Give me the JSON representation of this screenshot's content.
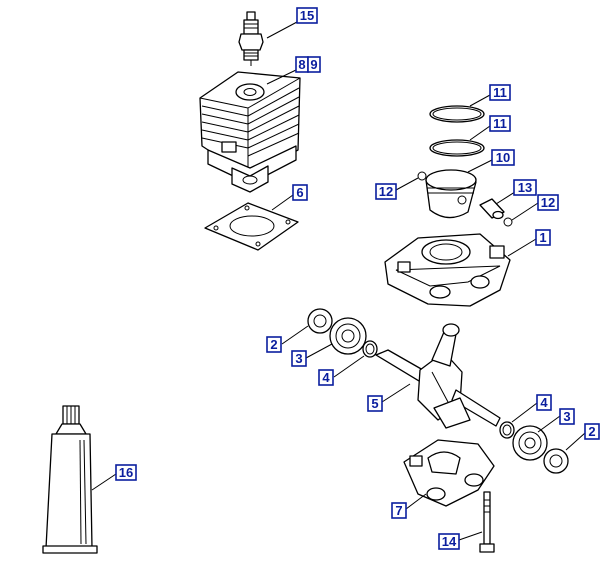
{
  "callouts": [
    {
      "id": "c15",
      "label": "15"
    },
    {
      "id": "c8",
      "label": "8"
    },
    {
      "id": "c9",
      "label": "9"
    },
    {
      "id": "c11a",
      "label": "11"
    },
    {
      "id": "c11b",
      "label": "11"
    },
    {
      "id": "c10",
      "label": "10"
    },
    {
      "id": "c12a",
      "label": "12"
    },
    {
      "id": "c13",
      "label": "13"
    },
    {
      "id": "c12b",
      "label": "12"
    },
    {
      "id": "c6",
      "label": "6"
    },
    {
      "id": "c1",
      "label": "1"
    },
    {
      "id": "c2a",
      "label": "2"
    },
    {
      "id": "c3a",
      "label": "3"
    },
    {
      "id": "c4a",
      "label": "4"
    },
    {
      "id": "c5",
      "label": "5"
    },
    {
      "id": "c4b",
      "label": "4"
    },
    {
      "id": "c3b",
      "label": "3"
    },
    {
      "id": "c2b",
      "label": "2"
    },
    {
      "id": "c16",
      "label": "16"
    },
    {
      "id": "c7",
      "label": "7"
    },
    {
      "id": "c14",
      "label": "14"
    }
  ]
}
